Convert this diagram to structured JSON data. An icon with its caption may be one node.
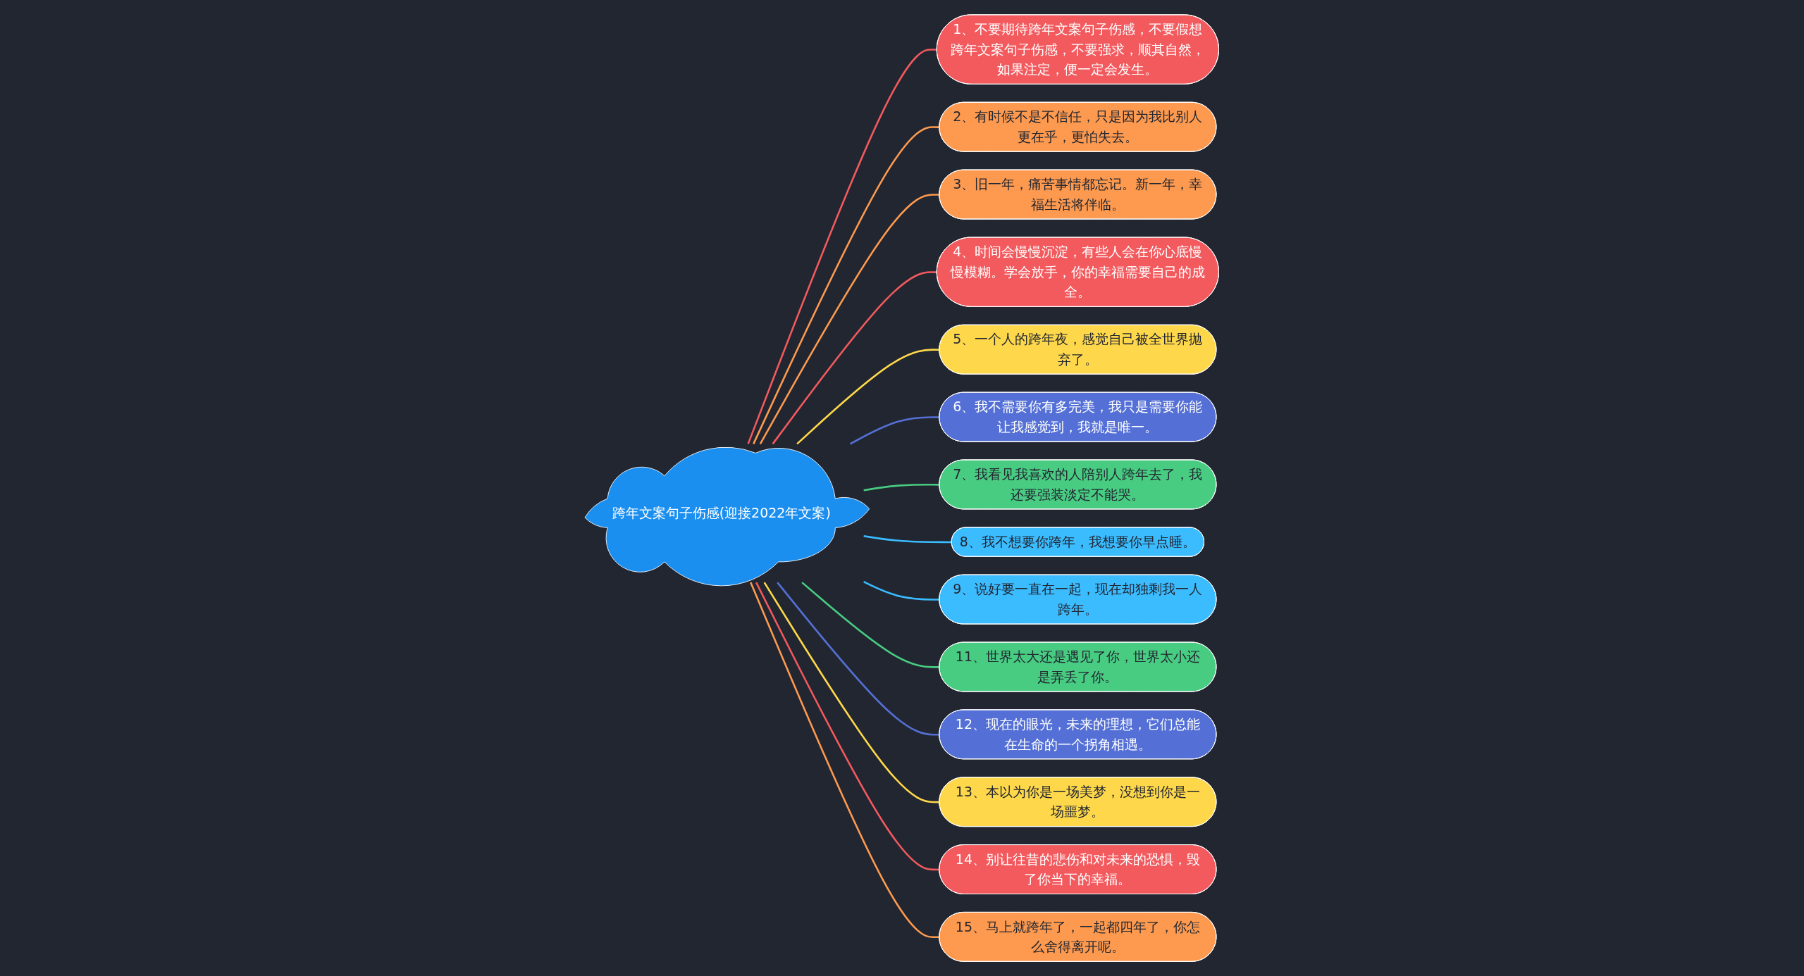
{
  "diagram": {
    "nodes": [
      {
        "text": [
          "跨年文案句子伤感(迎接2022年文案)"
        ]
      },
      {
        "text": [
          "1、不要期待跨年文案句子伤感，不要假想跨年文案句子伤感，不要强求，顺其自然，如果注定，便一定会发生。"
        ]
      },
      {
        "text": [
          "2、有时候不是不信任，只是因为我比别人更在乎，更怕失去。"
        ]
      },
      {
        "text": [
          "3、旧一年，痛苦事情都忘记。新一年，幸福生活将伴临。"
        ]
      },
      {
        "text": [
          "4、时间会慢慢沉淀，有些人会在你心底慢慢模糊。学会放手，你的幸福需要自己的成全。"
        ]
      },
      {
        "text": [
          "5、一个人的跨年夜，感觉自己被全世界抛弃了。"
        ]
      },
      {
        "text": [
          "6、我不需要你有多完美，我只是需要你能让我感觉到，我就是唯一。"
        ]
      },
      {
        "text": [
          "7、我看见我喜欢的人陪别人跨年去了，我还要强装淡定不能哭。"
        ]
      },
      {
        "text": [
          "8、我不想要你跨年，我想要你早点睡。"
        ]
      },
      {
        "text": [
          "9、说好要一直在一起，现在却独剩我一人跨年。"
        ]
      },
      {
        "text": [
          "11、世界太大还是遇见了你，世界太小还是弄丢了你。"
        ]
      },
      {
        "text": [
          "12、现在的眼光，未来的理想，它们总能在生命的一个拐角相遇。"
        ]
      },
      {
        "text": [
          "13、本以为你是一场美梦，没想到你是一场噩梦。"
        ]
      },
      {
        "text": [
          "14、别让往昔的悲伤和对未来的恐惧，毁了你当下的幸福。"
        ]
      },
      {
        "text": [
          "15、马上就跨年了，一起都四年了，你怎么舍得离开呢。"
        ]
      }
    ],
    "edges": [
      {
        "from": 0,
        "to": 1,
        "arrow": "none",
        "color": "#f25a5e"
      },
      {
        "from": 0,
        "to": 2,
        "arrow": "none",
        "color": "#fd9a4f"
      },
      {
        "from": 0,
        "to": 3,
        "arrow": "none",
        "color": "#fd9a4f"
      },
      {
        "from": 0,
        "to": 4,
        "arrow": "none",
        "color": "#f25a5e"
      },
      {
        "from": 0,
        "to": 5,
        "arrow": "none",
        "color": "#fed84a"
      },
      {
        "from": 0,
        "to": 6,
        "arrow": "none",
        "color": "#5470d6"
      },
      {
        "from": 0,
        "to": 7,
        "arrow": "none",
        "color": "#48cc82"
      },
      {
        "from": 0,
        "to": 8,
        "arrow": "none",
        "color": "#3bbcff"
      },
      {
        "from": 0,
        "to": 9,
        "arrow": "none",
        "color": "#3bbcff"
      },
      {
        "from": 0,
        "to": 10,
        "arrow": "none",
        "color": "#48cc82"
      },
      {
        "from": 0,
        "to": 11,
        "arrow": "none",
        "color": "#5470d6"
      },
      {
        "from": 0,
        "to": 12,
        "arrow": "none",
        "color": "#fed84a"
      },
      {
        "from": 0,
        "to": 13,
        "arrow": "none",
        "color": "#f25a5e"
      },
      {
        "from": 0,
        "to": 14,
        "arrow": "none",
        "color": "#fd9a4f"
      }
    ]
  }
}
